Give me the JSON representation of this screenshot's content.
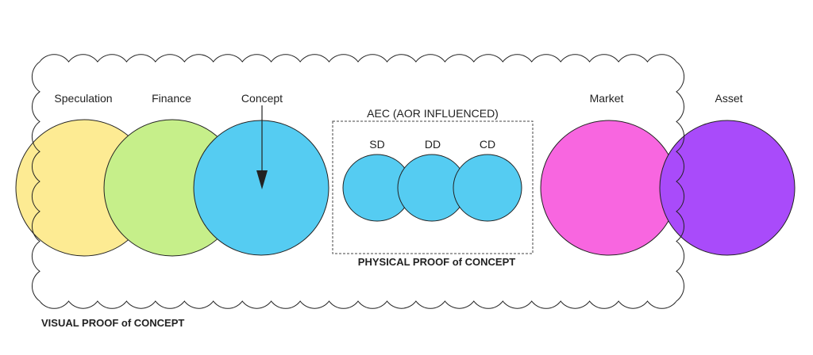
{
  "colors": {
    "speculation": "#fdeb93",
    "finance": "#c6ef8a",
    "concept": "#55ccf2",
    "phase": "#55ccf2",
    "market": "#f866e0",
    "asset": "#a94bfa",
    "stroke": "#222222"
  },
  "stages": {
    "speculation": "Speculation",
    "finance": "Finance",
    "concept": "Concept",
    "market": "Market",
    "asset": "Asset"
  },
  "aec": {
    "title": "AEC (AOR INFLUENCED)",
    "phases": [
      "SD",
      "DD",
      "CD"
    ],
    "caption": "PHYSICAL PROOF of CONCEPT"
  },
  "cloud_caption": "VISUAL PROOF of CONCEPT"
}
